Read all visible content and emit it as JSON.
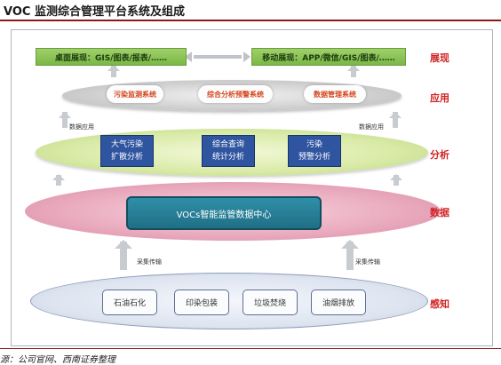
{
  "title": "VOC 监测综合管理平台系统及组成",
  "source": "源：公司官网、西南证券整理",
  "display": {
    "left_box": "桌面展现：GIS/图表/报表/……",
    "right_box": "移动展现：APP/微信/GIS/图表/……"
  },
  "application": {
    "items": [
      "污染监测系统",
      "综合分析预警系统",
      "数据管理系统"
    ]
  },
  "analysis": {
    "items": [
      {
        "line1": "大气污染",
        "line2": "扩散分析"
      },
      {
        "line1": "综合查询",
        "line2": "统计分析"
      },
      {
        "line1": "污染",
        "line2": "预警分析"
      }
    ]
  },
  "data_center": "VOCs智能监管数据中心",
  "sensing": {
    "items": [
      "石油石化",
      "印染包装",
      "垃圾焚烧",
      "油烟排放"
    ]
  },
  "side_labels": {
    "data_app_left": "数据应用",
    "data_app_right": "数据应用",
    "collect_left": "采集传输",
    "collect_right": "采集传输"
  },
  "layers": [
    "展现",
    "应用",
    "分析",
    "数据",
    "感知"
  ]
}
